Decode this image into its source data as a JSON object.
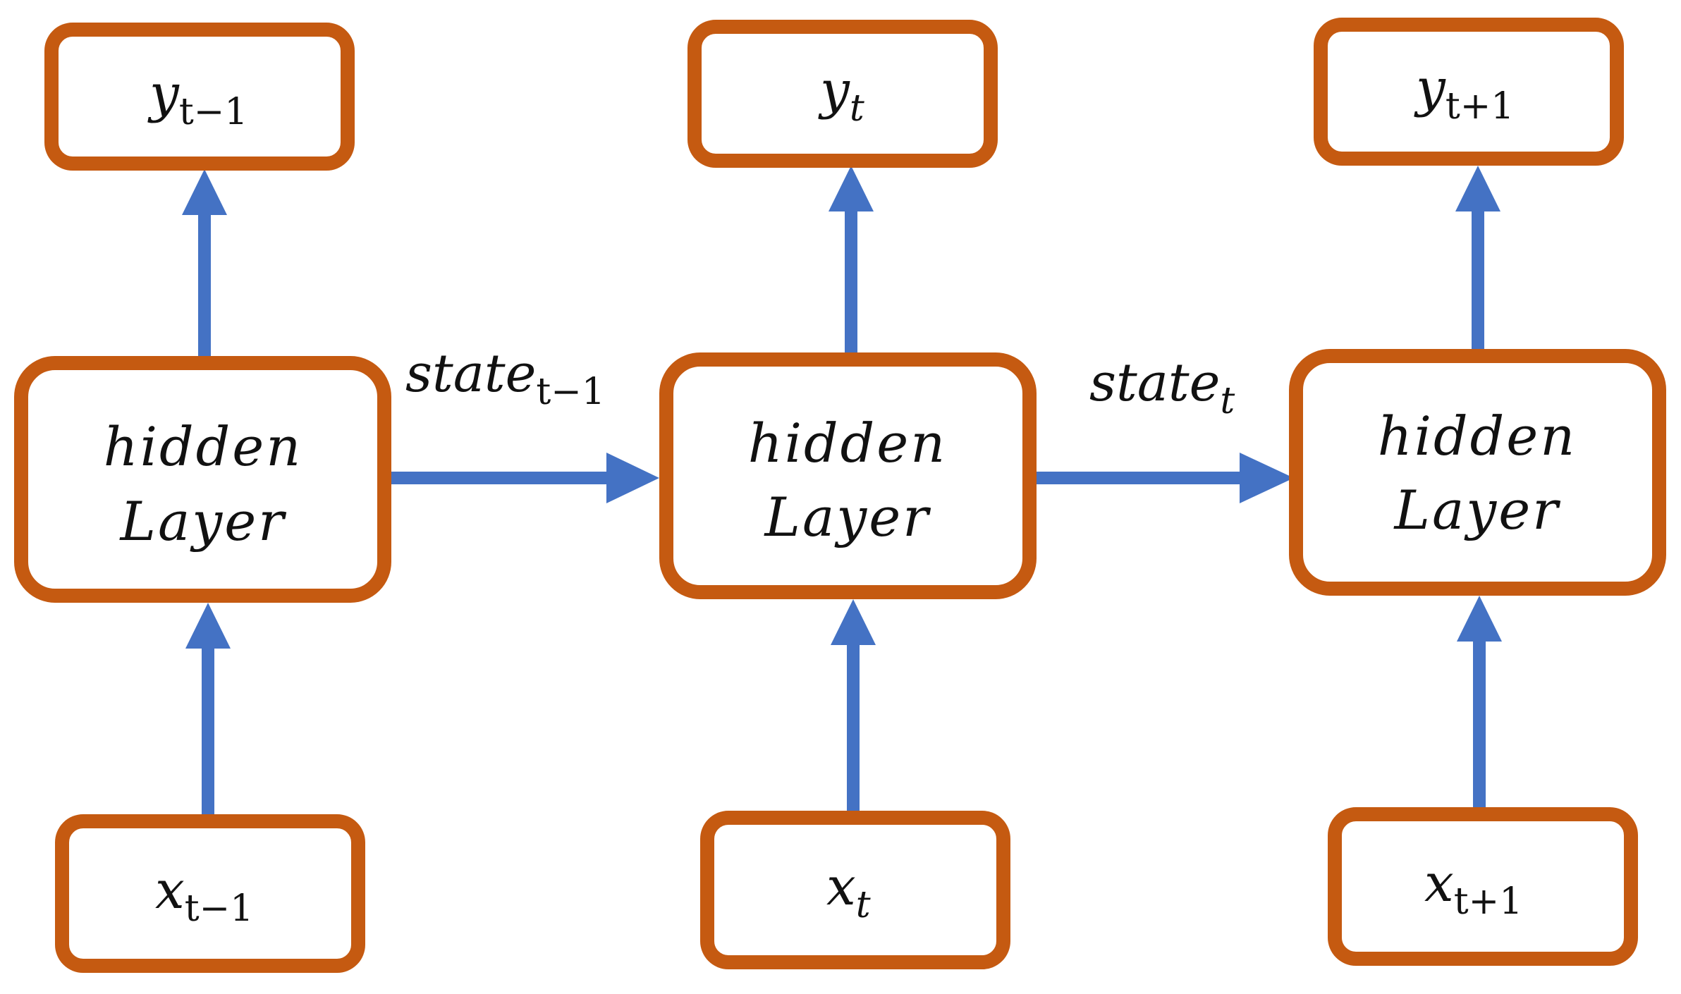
{
  "cells": [
    {
      "output": {
        "base": "y",
        "sub": "t−1"
      },
      "hidden": {
        "line1": "hidden",
        "line2": "Layer"
      },
      "input": {
        "base": "x",
        "sub": "t−1"
      }
    },
    {
      "output": {
        "base": "y",
        "sub": "t"
      },
      "hidden": {
        "line1": "hidden",
        "line2": "Layer"
      },
      "input": {
        "base": "x",
        "sub": "t"
      }
    },
    {
      "output": {
        "base": "y",
        "sub": "t+1"
      },
      "hidden": {
        "line1": "hidden",
        "line2": "Layer"
      },
      "input": {
        "base": "x",
        "sub": "t+1"
      }
    }
  ],
  "transitions": [
    {
      "base": "state",
      "sub": "t−1"
    },
    {
      "base": "state",
      "sub": "t"
    }
  ],
  "colors": {
    "box_border": "#c55a11",
    "arrow": "#4472c4"
  }
}
